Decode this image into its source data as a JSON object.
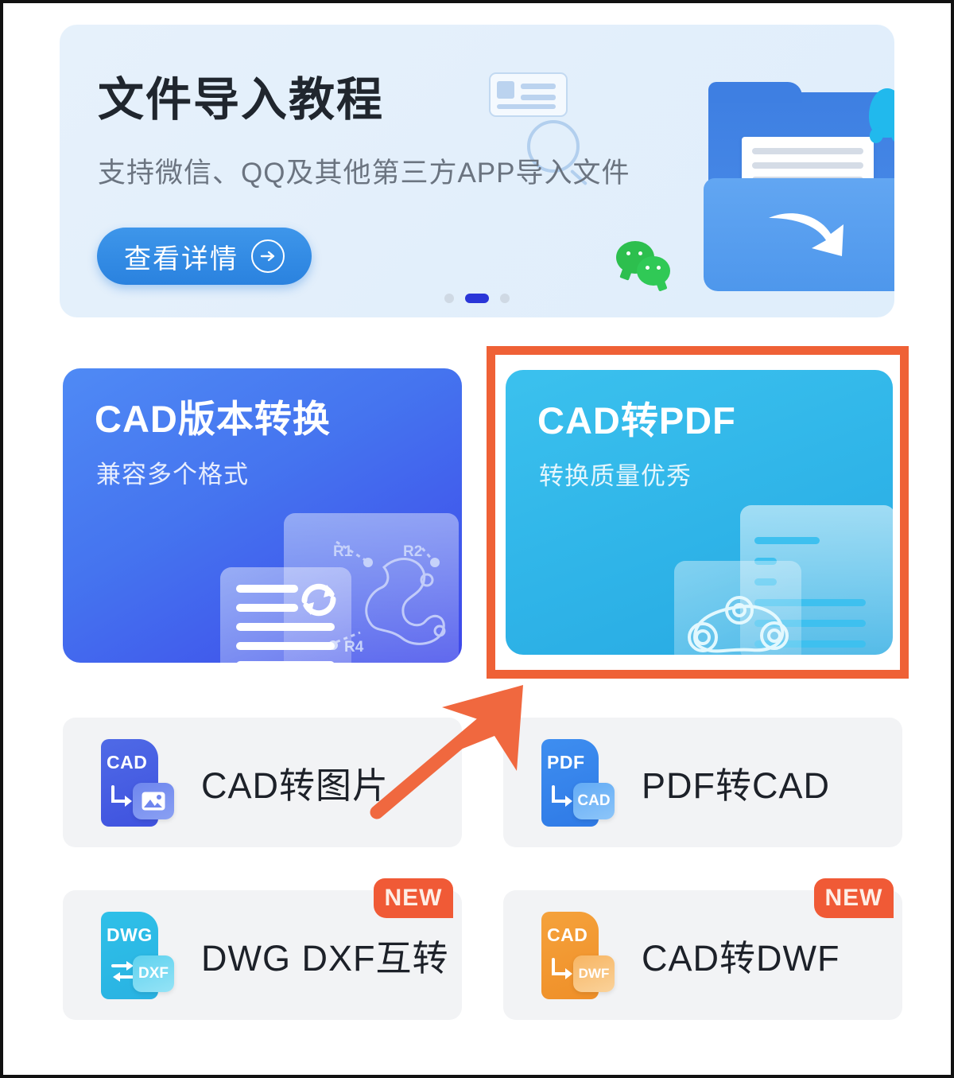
{
  "banner": {
    "title": "文件导入教程",
    "subtitle": "支持微信、QQ及其他第三方APP导入文件",
    "button_label": "查看详情",
    "button_icon": "arrow-right-circle-icon",
    "dots": {
      "count": 3,
      "active_index": 1
    },
    "art": {
      "folder": "folder-with-arrow-illustration",
      "qq": "qq-penguin-icon",
      "wechat": "wechat-logo-icon",
      "search": "magnifier-icon",
      "document": "document-card-icon"
    },
    "colors": {
      "background": "#e4eff9",
      "button": "#2a82df",
      "title": "#20262e",
      "subtitle": "#6b7480"
    }
  },
  "feature_cards": [
    {
      "title": "CAD版本转换",
      "subtitle": "兼容多个格式",
      "color_start": "#4f8af5",
      "color_end": "#3d46ea",
      "highlighted": false,
      "art_labels": [
        "R1",
        "R2",
        "R4"
      ]
    },
    {
      "title": "CAD转PDF",
      "subtitle": "转换质量优秀",
      "color_start": "#3bc1ee",
      "color_end": "#27a9e2",
      "highlighted": true,
      "art_labels": []
    }
  ],
  "annotations": {
    "highlight_color": "#ef6136",
    "arrow_color": "#f0683f",
    "highlight_target": "CAD转PDF",
    "arrow_name": "pointing-arrow"
  },
  "tool_list": [
    {
      "label": "CAD转图片",
      "icon": {
        "name": "cad-to-image-icon",
        "file_text": "CAD",
        "chip_text": "",
        "chip_glyph": "image",
        "sheet_color_start": "#4f6ae6",
        "sheet_color_end": "#3f52df",
        "chip_color": "#5d78ea",
        "connector": "elbow-arrow"
      },
      "badge": null
    },
    {
      "label": "PDF转CAD",
      "icon": {
        "name": "pdf-to-cad-icon",
        "file_text": "PDF",
        "chip_text": "CAD",
        "chip_glyph": "",
        "sheet_color_start": "#3e8ef0",
        "sheet_color_end": "#2f7ae6",
        "chip_color": "#5aa8f4",
        "connector": "elbow-arrow"
      },
      "badge": null
    },
    {
      "label": "DWG DXF互转",
      "icon": {
        "name": "dwg-dxf-swap-icon",
        "file_text": "DWG",
        "chip_text": "DXF",
        "chip_glyph": "",
        "sheet_color_start": "#2fc0e8",
        "sheet_color_end": "#29b2e2",
        "chip_color": "#5fd2ef",
        "connector": "swap-arrows"
      },
      "badge": "NEW"
    },
    {
      "label": "CAD转DWF",
      "icon": {
        "name": "cad-to-dwf-icon",
        "file_text": "CAD",
        "chip_text": "DWF",
        "chip_glyph": "",
        "sheet_color_start": "#f5a23c",
        "sheet_color_end": "#ef8f28",
        "chip_color": "#f7b563",
        "connector": "elbow-arrow"
      },
      "badge": "NEW"
    }
  ],
  "badge_color": "#f05a36"
}
